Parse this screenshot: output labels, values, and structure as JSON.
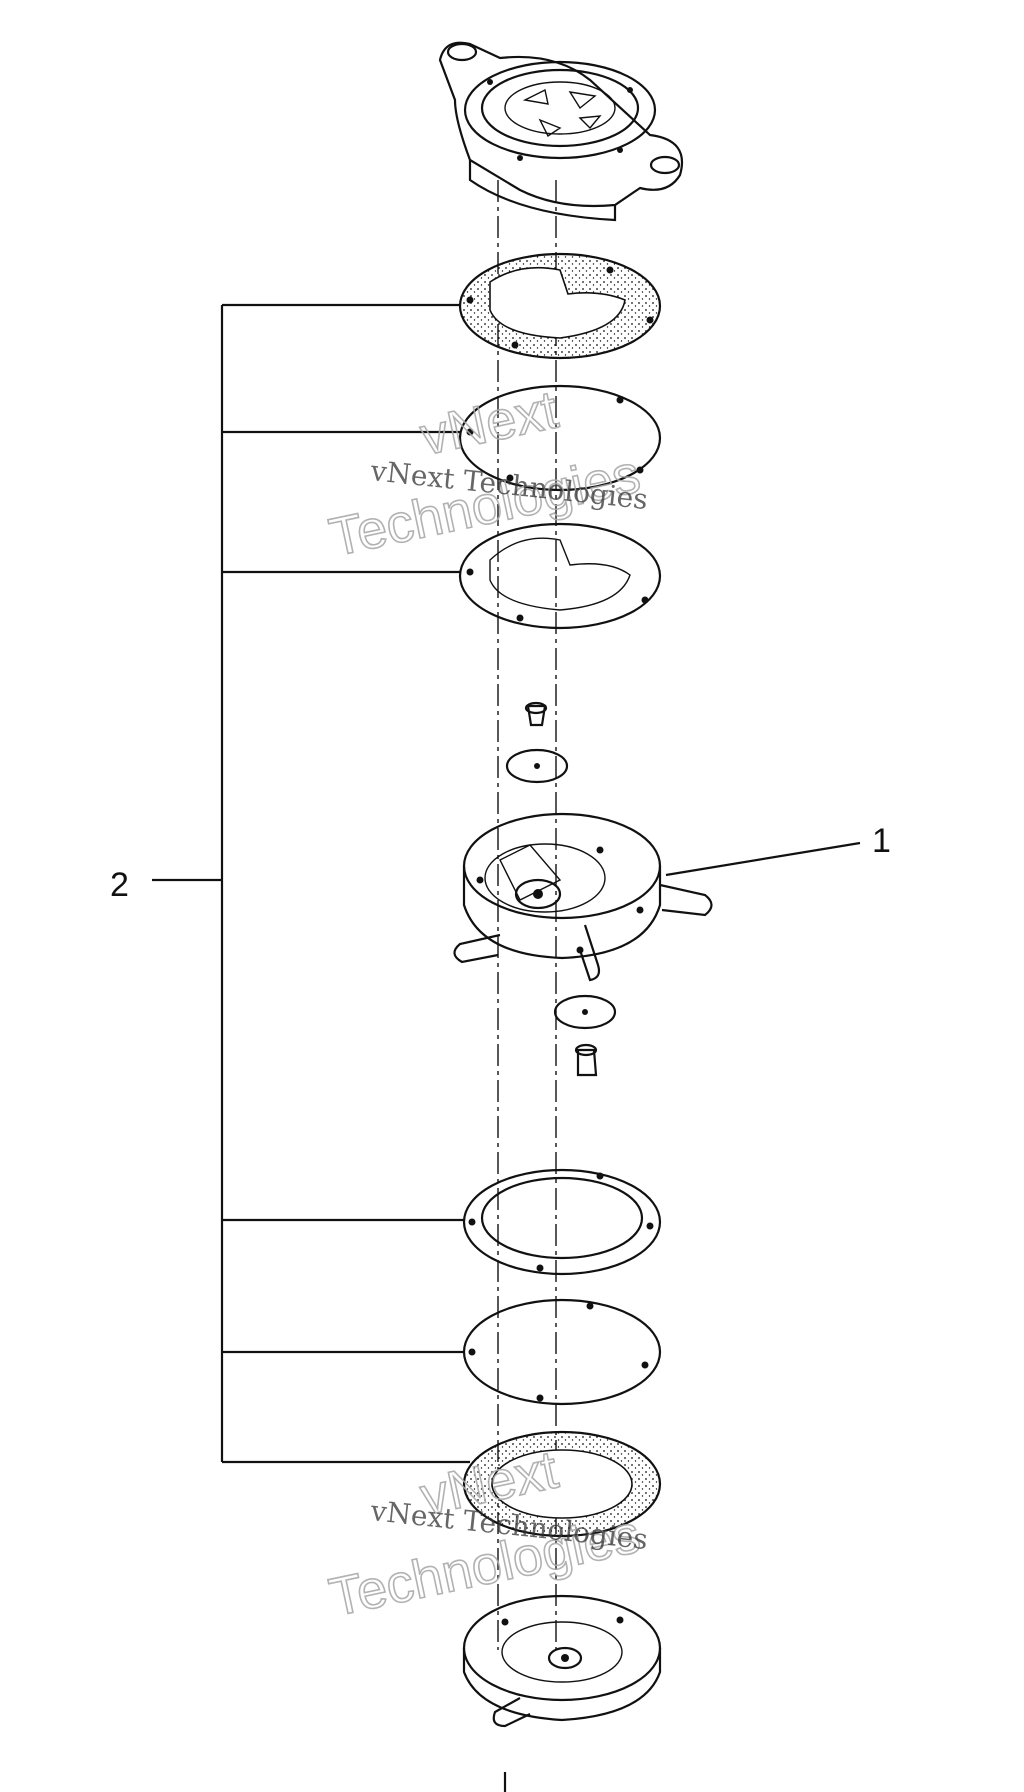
{
  "callouts": {
    "part_1": "1",
    "part_2": "2"
  },
  "watermark": {
    "line_small": "vNext Technologies",
    "line_large_a": "vNext",
    "line_large_b": "Technologies"
  },
  "colors": {
    "ink": "#111111",
    "watermark_outline": "#aaaaaa",
    "background": "#ffffff"
  }
}
